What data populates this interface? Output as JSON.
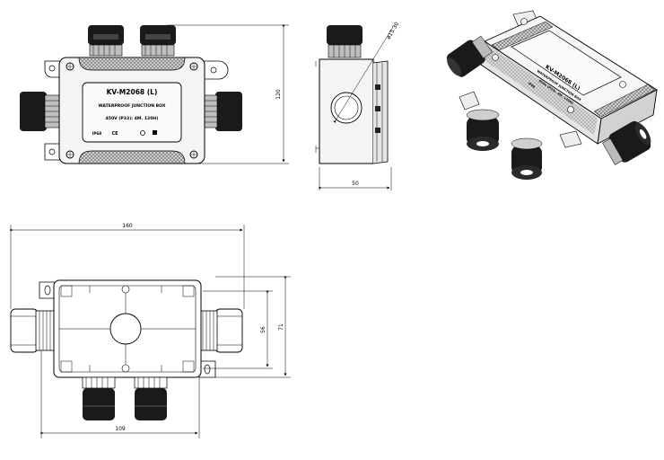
{
  "front_view": {
    "label_model": "KV-M2068 (L)",
    "label_type": "WATERPROOF JUNCTION BOX",
    "label_rating": "450V  (P33): 4M. 120H)",
    "label_ip": "IP68",
    "label_ce": "CE",
    "dim_height": "120"
  },
  "side_view": {
    "dim_width": "50",
    "dim_diameter": "ø15.30"
  },
  "iso_view": {
    "label_model": "KV-M2068 (L)",
    "label_type": "WATERPROOF JUNCTION BOX",
    "label_rating": "450V  (P33): 4M. 120H)",
    "label_ip": "IP68"
  },
  "bottom_view": {
    "dim_overall_length": "160",
    "dim_body_length": "109",
    "dim_inner_height": "56",
    "dim_outer_height": "71"
  }
}
